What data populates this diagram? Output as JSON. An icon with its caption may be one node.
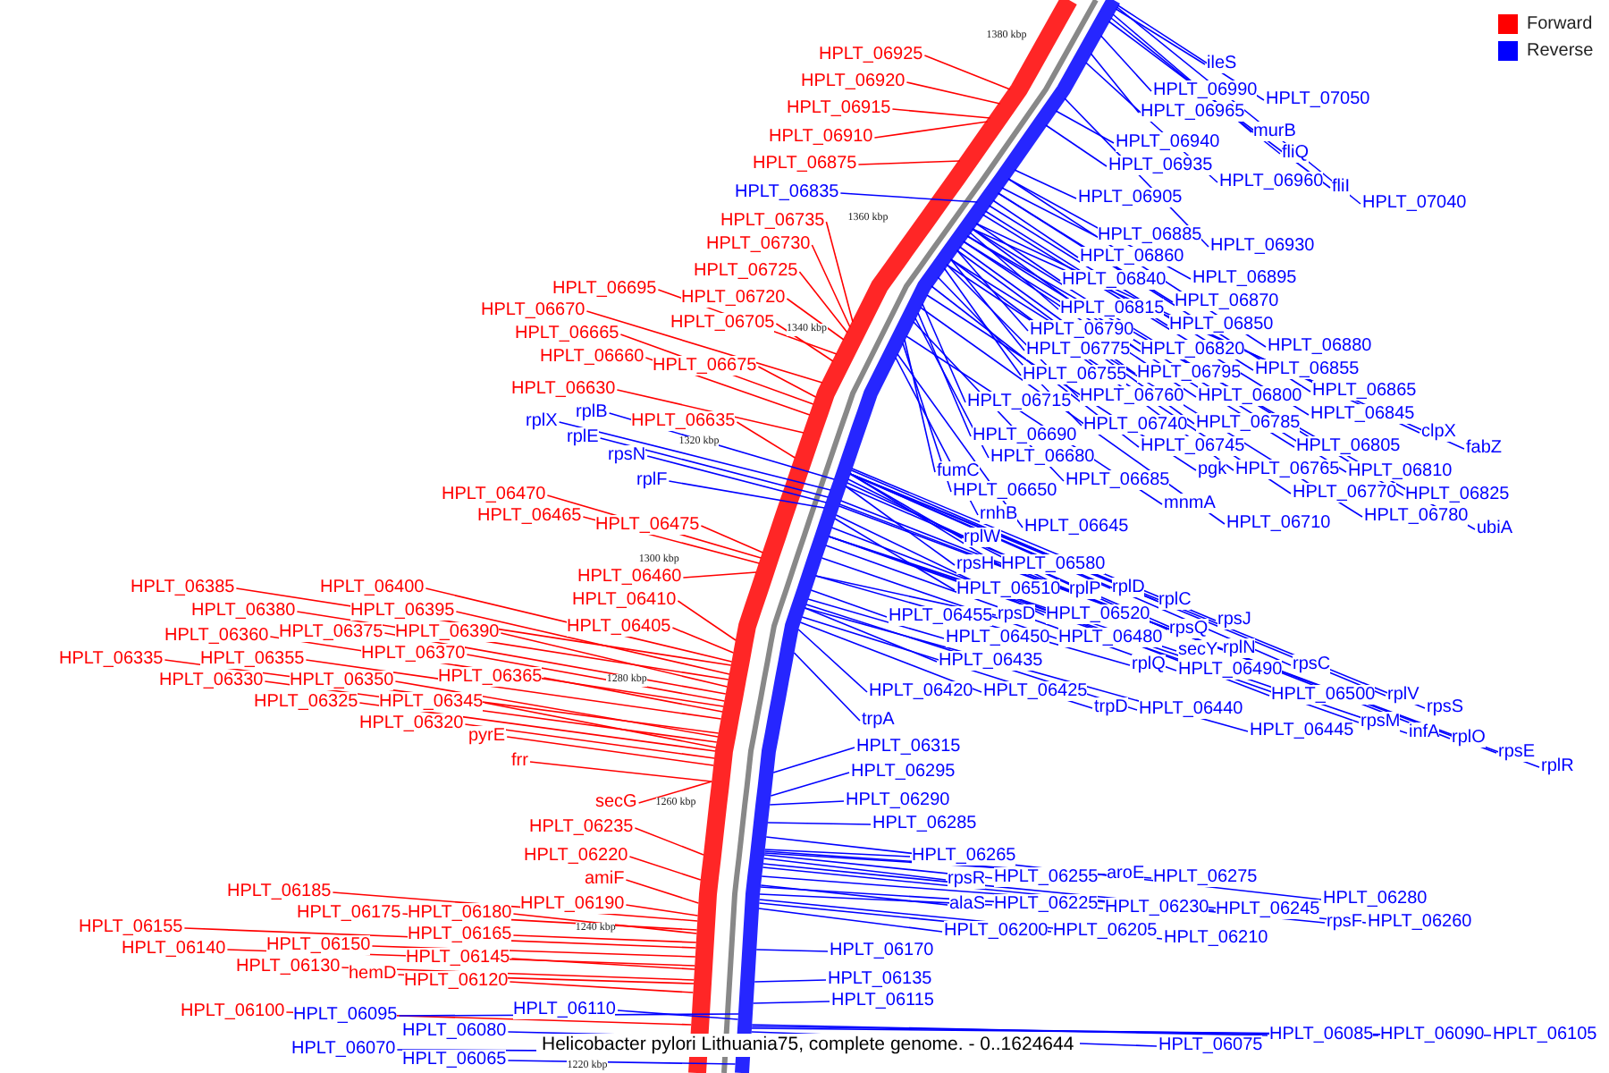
{
  "diagram": {
    "title": "Helicobacter pylori Lithuania75, complete genome. - 0..1624644",
    "nodes": [
      {
        "text": [
          "HPLT_06925"
        ]
      },
      {
        "text": [
          "HPLT_06920"
        ]
      },
      {
        "text": [
          "HPLT_06915"
        ]
      },
      {
        "text": [
          "HPLT_06910"
        ]
      },
      {
        "text": [
          "HPLT_06875"
        ]
      },
      {
        "text": [
          "HPLT_06835"
        ]
      },
      {
        "text": [
          "HPLT_06735"
        ]
      },
      {
        "text": [
          "HPLT_06730"
        ]
      },
      {
        "text": [
          "HPLT_06725"
        ]
      },
      {
        "text": [
          "HPLT_06695"
        ]
      },
      {
        "text": [
          "HPLT_06720"
        ]
      },
      {
        "text": [
          "HPLT_06670"
        ]
      },
      {
        "text": [
          "HPLT_06705"
        ]
      },
      {
        "text": [
          "HPLT_06665"
        ]
      },
      {
        "text": [
          "HPLT_06660"
        ]
      },
      {
        "text": [
          "HPLT_06675"
        ]
      },
      {
        "text": [
          "HPLT_06630"
        ]
      },
      {
        "text": [
          "rplB"
        ]
      },
      {
        "text": [
          "rplX"
        ]
      },
      {
        "text": [
          "HPLT_06635"
        ]
      },
      {
        "text": [
          "rplE"
        ]
      },
      {
        "text": [
          "rpsN"
        ]
      },
      {
        "text": [
          "rplF"
        ]
      },
      {
        "text": [
          "HPLT_06470"
        ]
      },
      {
        "text": [
          "HPLT_06465"
        ]
      },
      {
        "text": [
          "HPLT_06475"
        ]
      },
      {
        "text": [
          "HPLT_06460"
        ]
      },
      {
        "text": [
          "HPLT_06385"
        ]
      },
      {
        "text": [
          "HPLT_06400"
        ]
      },
      {
        "text": [
          "HPLT_06410"
        ]
      },
      {
        "text": [
          "HPLT_06380"
        ]
      },
      {
        "text": [
          "HPLT_06395"
        ]
      },
      {
        "text": [
          "HPLT_06405"
        ]
      },
      {
        "text": [
          "HPLT_06360"
        ]
      },
      {
        "text": [
          "HPLT_06375"
        ]
      },
      {
        "text": [
          "HPLT_06390"
        ]
      },
      {
        "text": [
          "HPLT_06370"
        ]
      },
      {
        "text": [
          "HPLT_06335"
        ]
      },
      {
        "text": [
          "HPLT_06355"
        ]
      },
      {
        "text": [
          "HPLT_06365"
        ]
      },
      {
        "text": [
          "HPLT_06330"
        ]
      },
      {
        "text": [
          "HPLT_06350"
        ]
      },
      {
        "text": [
          "HPLT_06325"
        ]
      },
      {
        "text": [
          "HPLT_06345"
        ]
      },
      {
        "text": [
          "HPLT_06320"
        ]
      },
      {
        "text": [
          "pyrE"
        ]
      },
      {
        "text": [
          "frr"
        ]
      },
      {
        "text": [
          "secG"
        ]
      },
      {
        "text": [
          "HPLT_06235"
        ]
      },
      {
        "text": [
          "HPLT_06220"
        ]
      },
      {
        "text": [
          "amiF"
        ]
      },
      {
        "text": [
          "HPLT_06185"
        ]
      },
      {
        "text": [
          "HPLT_06190"
        ]
      },
      {
        "text": [
          "HPLT_06175"
        ]
      },
      {
        "text": [
          "HPLT_06180"
        ]
      },
      {
        "text": [
          "HPLT_06155"
        ]
      },
      {
        "text": [
          "HPLT_06165"
        ]
      },
      {
        "text": [
          "HPLT_06150"
        ]
      },
      {
        "text": [
          "HPLT_06140"
        ]
      },
      {
        "text": [
          "HPLT_06145"
        ]
      },
      {
        "text": [
          "HPLT_06130"
        ]
      },
      {
        "text": [
          "hemD"
        ]
      },
      {
        "text": [
          "HPLT_06120"
        ]
      },
      {
        "text": [
          "HPLT_06110"
        ]
      },
      {
        "text": [
          "HPLT_06100"
        ]
      },
      {
        "text": [
          "HPLT_06095"
        ]
      },
      {
        "text": [
          "HPLT_06080"
        ]
      },
      {
        "text": [
          "HPLT_06070"
        ]
      },
      {
        "text": [
          "HPLT_06065"
        ]
      },
      {
        "text": [
          "ileS"
        ]
      },
      {
        "text": [
          "HPLT_06990"
        ]
      },
      {
        "text": [
          "HPLT_07050"
        ]
      },
      {
        "text": [
          "HPLT_06965"
        ]
      },
      {
        "text": [
          "murB"
        ]
      },
      {
        "text": [
          "HPLT_06940"
        ]
      },
      {
        "text": [
          "fliQ"
        ]
      },
      {
        "text": [
          "HPLT_06935"
        ]
      },
      {
        "text": [
          "HPLT_06960"
        ]
      },
      {
        "text": [
          "fliI"
        ]
      },
      {
        "text": [
          "HPLT_06905"
        ]
      },
      {
        "text": [
          "HPLT_07040"
        ]
      },
      {
        "text": [
          "HPLT_06885"
        ]
      },
      {
        "text": [
          "HPLT_06930"
        ]
      },
      {
        "text": [
          "HPLT_06860"
        ]
      },
      {
        "text": [
          "HPLT_06895"
        ]
      },
      {
        "text": [
          "HPLT_06840"
        ]
      },
      {
        "text": [
          "HPLT_06870"
        ]
      },
      {
        "text": [
          "HPLT_06815"
        ]
      },
      {
        "text": [
          "HPLT_06850"
        ]
      },
      {
        "text": [
          "HPLT_06790"
        ]
      },
      {
        "text": [
          "HPLT_06880"
        ]
      },
      {
        "text": [
          "HPLT_06775"
        ]
      },
      {
        "text": [
          "HPLT_06820"
        ]
      },
      {
        "text": [
          "HPLT_06855"
        ]
      },
      {
        "text": [
          "HPLT_06795"
        ]
      },
      {
        "text": [
          "HPLT_06755"
        ]
      },
      {
        "text": [
          "HPLT_06865"
        ]
      },
      {
        "text": [
          "HPLT_06760"
        ]
      },
      {
        "text": [
          "HPLT_06800"
        ]
      },
      {
        "text": [
          "HPLT_06715"
        ]
      },
      {
        "text": [
          "HPLT_06845"
        ]
      },
      {
        "text": [
          "HPLT_06785"
        ]
      },
      {
        "text": [
          "HPLT_06740"
        ]
      },
      {
        "text": [
          "clpX"
        ]
      },
      {
        "text": [
          "HPLT_06690"
        ]
      },
      {
        "text": [
          "HPLT_06745"
        ]
      },
      {
        "text": [
          "HPLT_06805"
        ]
      },
      {
        "text": [
          "fabZ"
        ]
      },
      {
        "text": [
          "HPLT_06680"
        ]
      },
      {
        "text": [
          "pgk"
        ]
      },
      {
        "text": [
          "HPLT_06765"
        ]
      },
      {
        "text": [
          "HPLT_06810"
        ]
      },
      {
        "text": [
          "fumC"
        ]
      },
      {
        "text": [
          "HPLT_06685"
        ]
      },
      {
        "text": [
          "HPLT_06650"
        ]
      },
      {
        "text": [
          "HPLT_06770"
        ]
      },
      {
        "text": [
          "HPLT_06825"
        ]
      },
      {
        "text": [
          "mnmA"
        ]
      },
      {
        "text": [
          "rnhB"
        ]
      },
      {
        "text": [
          "HPLT_06780"
        ]
      },
      {
        "text": [
          "HPLT_06710"
        ]
      },
      {
        "text": [
          "HPLT_06645"
        ]
      },
      {
        "text": [
          "ubiA"
        ]
      },
      {
        "text": [
          "rplW"
        ]
      },
      {
        "text": [
          "rpsH"
        ]
      },
      {
        "text": [
          "HPLT_06580"
        ]
      },
      {
        "text": [
          "rplD"
        ]
      },
      {
        "text": [
          "HPLT_06510"
        ]
      },
      {
        "text": [
          "rplP"
        ]
      },
      {
        "text": [
          "rplC"
        ]
      },
      {
        "text": [
          "HPLT_06455"
        ]
      },
      {
        "text": [
          "rpsD"
        ]
      },
      {
        "text": [
          "HPLT_06520"
        ]
      },
      {
        "text": [
          "rpsJ"
        ]
      },
      {
        "text": [
          "rpsQ"
        ]
      },
      {
        "text": [
          "HPLT_06450"
        ]
      },
      {
        "text": [
          "HPLT_06480"
        ]
      },
      {
        "text": [
          "rplN"
        ]
      },
      {
        "text": [
          "secY"
        ]
      },
      {
        "text": [
          "HPLT_06435"
        ]
      },
      {
        "text": [
          "rplQ"
        ]
      },
      {
        "text": [
          "rpsC"
        ]
      },
      {
        "text": [
          "HPLT_06490"
        ]
      },
      {
        "text": [
          "HPLT_06420"
        ]
      },
      {
        "text": [
          "HPLT_06425"
        ]
      },
      {
        "text": [
          "HPLT_06500"
        ]
      },
      {
        "text": [
          "rplV"
        ]
      },
      {
        "text": [
          "trpD"
        ]
      },
      {
        "text": [
          "rpsS"
        ]
      },
      {
        "text": [
          "HPLT_06440"
        ]
      },
      {
        "text": [
          "trpA"
        ]
      },
      {
        "text": [
          "rpsM"
        ]
      },
      {
        "text": [
          "HPLT_06445"
        ]
      },
      {
        "text": [
          "infA"
        ]
      },
      {
        "text": [
          "rplO"
        ]
      },
      {
        "text": [
          "HPLT_06315"
        ]
      },
      {
        "text": [
          "rpsE"
        ]
      },
      {
        "text": [
          "rplR"
        ]
      },
      {
        "text": [
          "HPLT_06295"
        ]
      },
      {
        "text": [
          "HPLT_06290"
        ]
      },
      {
        "text": [
          "HPLT_06285"
        ]
      },
      {
        "text": [
          "HPLT_06265"
        ]
      },
      {
        "text": [
          "aroE"
        ]
      },
      {
        "text": [
          "HPLT_06255"
        ]
      },
      {
        "text": [
          "HPLT_06275"
        ]
      },
      {
        "text": [
          "rpsR"
        ]
      },
      {
        "text": [
          "HPLT_06280"
        ]
      },
      {
        "text": [
          "alaS"
        ]
      },
      {
        "text": [
          "HPLT_06225"
        ]
      },
      {
        "text": [
          "HPLT_06230"
        ]
      },
      {
        "text": [
          "HPLT_06245"
        ]
      },
      {
        "text": [
          "rpsF"
        ]
      },
      {
        "text": [
          "HPLT_06260"
        ]
      },
      {
        "text": [
          "HPLT_06200"
        ]
      },
      {
        "text": [
          "HPLT_06205"
        ]
      },
      {
        "text": [
          "HPLT_06210"
        ]
      },
      {
        "text": [
          "HPLT_06170"
        ]
      },
      {
        "text": [
          "HPLT_06135"
        ]
      },
      {
        "text": [
          "HPLT_06115"
        ]
      },
      {
        "text": [
          "HPLT_06085"
        ]
      },
      {
        "text": [
          "HPLT_06090"
        ]
      },
      {
        "text": [
          "HPLT_06105"
        ]
      },
      {
        "text": [
          "HPLT_06075"
        ]
      }
    ],
    "edges": [
      {
        "from": 0,
        "to": null,
        "arrow": "none",
        "color": "#ff0000"
      },
      {
        "from": 1,
        "to": null,
        "arrow": "none",
        "color": "#ff0000"
      },
      {
        "from": 2,
        "to": null,
        "arrow": "none",
        "color": "#ff0000"
      },
      {
        "from": 3,
        "to": null,
        "arrow": "none",
        "color": "#ff0000"
      },
      {
        "from": 4,
        "to": null,
        "arrow": "none",
        "color": "#ff0000"
      },
      {
        "from": 5,
        "to": null,
        "arrow": "none"
      },
      {
        "from": 6,
        "to": null,
        "arrow": "none",
        "color": "#ff0000"
      },
      {
        "from": 7,
        "to": null,
        "arrow": "none",
        "color": "#ff0000"
      },
      {
        "from": 8,
        "to": null,
        "arrow": "none",
        "color": "#ff0000"
      },
      {
        "from": 9,
        "to": null,
        "arrow": "none",
        "color": "#ff0000"
      },
      {
        "from": 10,
        "to": null,
        "arrow": "none",
        "color": "#ff0000"
      },
      {
        "from": 11,
        "to": null,
        "arrow": "none",
        "color": "#ff0000"
      },
      {
        "from": 12,
        "to": null,
        "arrow": "none",
        "color": "#ff0000"
      },
      {
        "from": 13,
        "to": null,
        "arrow": "none",
        "color": "#ff0000"
      },
      {
        "from": 14,
        "to": null,
        "arrow": "none",
        "color": "#ff0000"
      },
      {
        "from": 15,
        "to": null,
        "arrow": "none",
        "color": "#ff0000"
      },
      {
        "from": 16,
        "to": null,
        "arrow": "none",
        "color": "#ff0000"
      },
      {
        "from": 17,
        "to": null,
        "arrow": "none"
      },
      {
        "from": 18,
        "to": null,
        "arrow": "none"
      },
      {
        "from": 19,
        "to": null,
        "arrow": "none",
        "color": "#ff0000"
      },
      {
        "from": 20,
        "to": null,
        "arrow": "none"
      },
      {
        "from": 21,
        "to": null,
        "arrow": "none"
      },
      {
        "from": 22,
        "to": null,
        "arrow": "none"
      },
      {
        "from": 23,
        "to": null,
        "arrow": "none",
        "color": "#ff0000"
      },
      {
        "from": 24,
        "to": null,
        "arrow": "none",
        "color": "#ff0000"
      },
      {
        "from": 25,
        "to": null,
        "arrow": "none",
        "color": "#ff0000"
      },
      {
        "from": 26,
        "to": null,
        "arrow": "none",
        "color": "#ff0000"
      },
      {
        "from": 27,
        "to": null,
        "arrow": "none",
        "color": "#ff0000"
      },
      {
        "from": 28,
        "to": null,
        "arrow": "none",
        "color": "#ff0000"
      },
      {
        "from": 29,
        "to": null,
        "arrow": "none",
        "color": "#ff0000"
      },
      {
        "from": 30,
        "to": null,
        "arrow": "none",
        "color": "#ff0000"
      },
      {
        "from": 31,
        "to": null,
        "arrow": "none",
        "color": "#ff0000"
      },
      {
        "from": 32,
        "to": null,
        "arrow": "none",
        "color": "#ff0000"
      },
      {
        "from": 33,
        "to": null,
        "arrow": "none",
        "color": "#ff0000"
      },
      {
        "from": 34,
        "to": null,
        "arrow": "none",
        "color": "#ff0000"
      },
      {
        "from": 35,
        "to": null,
        "arrow": "none",
        "color": "#ff0000"
      },
      {
        "from": 36,
        "to": null,
        "arrow": "none",
        "color": "#ff0000"
      },
      {
        "from": 37,
        "to": null,
        "arrow": "none",
        "color": "#ff0000"
      },
      {
        "from": 38,
        "to": null,
        "arrow": "none",
        "color": "#ff0000"
      },
      {
        "from": 39,
        "to": null,
        "arrow": "none",
        "color": "#ff0000"
      },
      {
        "from": 40,
        "to": null,
        "arrow": "none",
        "color": "#ff0000"
      },
      {
        "from": 41,
        "to": null,
        "arrow": "none",
        "color": "#ff0000"
      },
      {
        "from": 42,
        "to": null,
        "arrow": "none",
        "color": "#ff0000"
      },
      {
        "from": 43,
        "to": null,
        "arrow": "none",
        "color": "#ff0000"
      },
      {
        "from": 44,
        "to": null,
        "arrow": "none",
        "color": "#ff0000"
      },
      {
        "from": 45,
        "to": null,
        "arrow": "none",
        "color": "#ff0000"
      },
      {
        "from": 46,
        "to": null,
        "arrow": "none",
        "color": "#ff0000"
      },
      {
        "from": 47,
        "to": null,
        "arrow": "none",
        "color": "#ff0000"
      },
      {
        "from": 48,
        "to": null,
        "arrow": "none",
        "color": "#ff0000"
      },
      {
        "from": 49,
        "to": null,
        "arrow": "none",
        "color": "#ff0000"
      },
      {
        "from": 50,
        "to": null,
        "arrow": "none",
        "color": "#ff0000"
      },
      {
        "from": 51,
        "to": null,
        "arrow": "none",
        "color": "#ff0000"
      },
      {
        "from": 52,
        "to": null,
        "arrow": "none",
        "color": "#ff0000"
      },
      {
        "from": 53,
        "to": null,
        "arrow": "none",
        "color": "#ff0000"
      },
      {
        "from": 54,
        "to": null,
        "arrow": "none",
        "color": "#ff0000"
      },
      {
        "from": 55,
        "to": null,
        "arrow": "none",
        "color": "#ff0000"
      },
      {
        "from": 56,
        "to": null,
        "arrow": "none",
        "color": "#ff0000"
      },
      {
        "from": 57,
        "to": null,
        "arrow": "none",
        "color": "#ff0000"
      },
      {
        "from": 58,
        "to": null,
        "arrow": "none",
        "color": "#ff0000"
      },
      {
        "from": 59,
        "to": null,
        "arrow": "none",
        "color": "#ff0000"
      },
      {
        "from": 60,
        "to": null,
        "arrow": "none",
        "color": "#ff0000"
      },
      {
        "from": 61,
        "to": null,
        "arrow": "none",
        "color": "#ff0000"
      },
      {
        "from": 62,
        "to": null,
        "arrow": "none",
        "color": "#ff0000"
      },
      {
        "from": 63,
        "to": null,
        "arrow": "none"
      },
      {
        "from": 64,
        "to": null,
        "arrow": "none",
        "color": "#ff0000"
      },
      {
        "from": 65,
        "to": null,
        "arrow": "none"
      },
      {
        "from": 66,
        "to": null,
        "arrow": "none"
      },
      {
        "from": 67,
        "to": null,
        "arrow": "none"
      },
      {
        "from": 68,
        "to": null,
        "arrow": "none"
      },
      {
        "from": 69,
        "to": null,
        "arrow": "none"
      },
      {
        "from": 70,
        "to": null,
        "arrow": "none"
      },
      {
        "from": 71,
        "to": null,
        "arrow": "none"
      },
      {
        "from": 72,
        "to": null,
        "arrow": "none"
      },
      {
        "from": 73,
        "to": null,
        "arrow": "none"
      },
      {
        "from": 74,
        "to": null,
        "arrow": "none"
      },
      {
        "from": 75,
        "to": null,
        "arrow": "none"
      },
      {
        "from": 76,
        "to": null,
        "arrow": "none"
      },
      {
        "from": 77,
        "to": null,
        "arrow": "none"
      },
      {
        "from": 78,
        "to": null,
        "arrow": "none"
      },
      {
        "from": 79,
        "to": null,
        "arrow": "none"
      },
      {
        "from": 80,
        "to": null,
        "arrow": "none"
      },
      {
        "from": 81,
        "to": null,
        "arrow": "none"
      },
      {
        "from": 82,
        "to": null,
        "arrow": "none"
      },
      {
        "from": 83,
        "to": null,
        "arrow": "none"
      },
      {
        "from": 84,
        "to": null,
        "arrow": "none"
      },
      {
        "from": 85,
        "to": null,
        "arrow": "none"
      },
      {
        "from": 86,
        "to": null,
        "arrow": "none"
      },
      {
        "from": 87,
        "to": null,
        "arrow": "none"
      },
      {
        "from": 88,
        "to": null,
        "arrow": "none"
      },
      {
        "from": 89,
        "to": null,
        "arrow": "none"
      },
      {
        "from": 90,
        "to": null,
        "arrow": "none"
      },
      {
        "from": 91,
        "to": null,
        "arrow": "none"
      },
      {
        "from": 92,
        "to": null,
        "arrow": "none"
      },
      {
        "from": 93,
        "to": null,
        "arrow": "none"
      },
      {
        "from": 94,
        "to": null,
        "arrow": "none"
      },
      {
        "from": 95,
        "to": null,
        "arrow": "none"
      },
      {
        "from": 96,
        "to": null,
        "arrow": "none"
      },
      {
        "from": 97,
        "to": null,
        "arrow": "none"
      },
      {
        "from": 98,
        "to": null,
        "arrow": "none"
      },
      {
        "from": 99,
        "to": null,
        "arrow": "none"
      },
      {
        "from": 100,
        "to": null,
        "arrow": "none"
      },
      {
        "from": 101,
        "to": null,
        "arrow": "none"
      },
      {
        "from": 102,
        "to": null,
        "arrow": "none"
      },
      {
        "from": 103,
        "to": null,
        "arrow": "none"
      },
      {
        "from": 104,
        "to": null,
        "arrow": "none"
      },
      {
        "from": 105,
        "to": null,
        "arrow": "none"
      },
      {
        "from": 106,
        "to": null,
        "arrow": "none"
      },
      {
        "from": 107,
        "to": null,
        "arrow": "none"
      },
      {
        "from": 108,
        "to": null,
        "arrow": "none"
      },
      {
        "from": 109,
        "to": null,
        "arrow": "none"
      },
      {
        "from": 110,
        "to": null,
        "arrow": "none"
      },
      {
        "from": 111,
        "to": null,
        "arrow": "none"
      },
      {
        "from": 112,
        "to": null,
        "arrow": "none"
      },
      {
        "from": 113,
        "to": null,
        "arrow": "none"
      },
      {
        "from": 114,
        "to": null,
        "arrow": "none"
      },
      {
        "from": 115,
        "to": null,
        "arrow": "none"
      },
      {
        "from": 116,
        "to": null,
        "arrow": "none"
      },
      {
        "from": 117,
        "to": null,
        "arrow": "none"
      },
      {
        "from": 118,
        "to": null,
        "arrow": "none"
      },
      {
        "from": 119,
        "to": null,
        "arrow": "none"
      },
      {
        "from": 120,
        "to": null,
        "arrow": "none"
      },
      {
        "from": 121,
        "to": null,
        "arrow": "none"
      },
      {
        "from": 122,
        "to": null,
        "arrow": "none"
      },
      {
        "from": 123,
        "to": null,
        "arrow": "none"
      },
      {
        "from": 124,
        "to": null,
        "arrow": "none"
      },
      {
        "from": 125,
        "to": null,
        "arrow": "none"
      },
      {
        "from": 126,
        "to": null,
        "arrow": "none"
      },
      {
        "from": 127,
        "to": null,
        "arrow": "none"
      },
      {
        "from": 128,
        "to": null,
        "arrow": "none"
      },
      {
        "from": 129,
        "to": null,
        "arrow": "none"
      },
      {
        "from": 130,
        "to": null,
        "arrow": "none"
      },
      {
        "from": 131,
        "to": null,
        "arrow": "none"
      },
      {
        "from": 132,
        "to": null,
        "arrow": "none"
      },
      {
        "from": 133,
        "to": null,
        "arrow": "none"
      },
      {
        "from": 134,
        "to": null,
        "arrow": "none"
      },
      {
        "from": 135,
        "to": null,
        "arrow": "none"
      },
      {
        "from": 136,
        "to": null,
        "arrow": "none"
      },
      {
        "from": 137,
        "to": null,
        "arrow": "none"
      },
      {
        "from": 138,
        "to": null,
        "arrow": "none"
      },
      {
        "from": 139,
        "to": null,
        "arrow": "none"
      },
      {
        "from": 140,
        "to": null,
        "arrow": "none"
      },
      {
        "from": 141,
        "to": null,
        "arrow": "none"
      },
      {
        "from": 142,
        "to": null,
        "arrow": "none"
      },
      {
        "from": 143,
        "to": null,
        "arrow": "none"
      },
      {
        "from": 144,
        "to": null,
        "arrow": "none"
      },
      {
        "from": 145,
        "to": null,
        "arrow": "none"
      },
      {
        "from": 146,
        "to": null,
        "arrow": "none"
      },
      {
        "from": 147,
        "to": null,
        "arrow": "none"
      },
      {
        "from": 148,
        "to": null,
        "arrow": "none"
      },
      {
        "from": 149,
        "to": null,
        "arrow": "none"
      },
      {
        "from": 150,
        "to": null,
        "arrow": "none"
      },
      {
        "from": 151,
        "to": null,
        "arrow": "none"
      },
      {
        "from": 152,
        "to": null,
        "arrow": "none"
      },
      {
        "from": 153,
        "to": null,
        "arrow": "none"
      },
      {
        "from": 154,
        "to": null,
        "arrow": "none"
      },
      {
        "from": 155,
        "to": null,
        "arrow": "none"
      },
      {
        "from": 156,
        "to": null,
        "arrow": "none"
      },
      {
        "from": 157,
        "to": null,
        "arrow": "none"
      },
      {
        "from": 158,
        "to": null,
        "arrow": "none"
      },
      {
        "from": 159,
        "to": null,
        "arrow": "none"
      },
      {
        "from": 160,
        "to": null,
        "arrow": "none"
      },
      {
        "from": 161,
        "to": null,
        "arrow": "none"
      },
      {
        "from": 162,
        "to": null,
        "arrow": "none"
      },
      {
        "from": 163,
        "to": null,
        "arrow": "none"
      },
      {
        "from": 164,
        "to": null,
        "arrow": "none"
      },
      {
        "from": 165,
        "to": null,
        "arrow": "none"
      },
      {
        "from": 166,
        "to": null,
        "arrow": "none"
      },
      {
        "from": 167,
        "to": null,
        "arrow": "none"
      },
      {
        "from": 168,
        "to": null,
        "arrow": "none"
      },
      {
        "from": 169,
        "to": null,
        "arrow": "none"
      },
      {
        "from": 170,
        "to": null,
        "arrow": "none"
      },
      {
        "from": 171,
        "to": null,
        "arrow": "none"
      },
      {
        "from": 172,
        "to": null,
        "arrow": "none"
      },
      {
        "from": 173,
        "to": null,
        "arrow": "none"
      },
      {
        "from": 174,
        "to": null,
        "arrow": "none"
      },
      {
        "from": 175,
        "to": null,
        "arrow": "none"
      },
      {
        "from": 176,
        "to": null,
        "arrow": "none"
      },
      {
        "from": 177,
        "to": null,
        "arrow": "none"
      },
      {
        "from": 178,
        "to": null,
        "arrow": "none"
      },
      {
        "from": 179,
        "to": null,
        "arrow": "none"
      },
      {
        "from": 180,
        "to": null,
        "arrow": "none"
      },
      {
        "from": 181,
        "to": null,
        "arrow": "none"
      },
      {
        "from": 182,
        "to": null,
        "arrow": "none"
      }
    ],
    "labels": [
      "1380 kbp",
      "1360 kbp",
      "1340 kbp",
      "1320 kbp",
      "1300 kbp",
      "1280 kbp",
      "1260 kbp",
      "1240 kbp",
      "1220 kbp"
    ],
    "legend": [
      {
        "text": "Forward",
        "color": "#ff0000"
      },
      {
        "text": "Reverse",
        "color": "#0000ff"
      }
    ]
  }
}
